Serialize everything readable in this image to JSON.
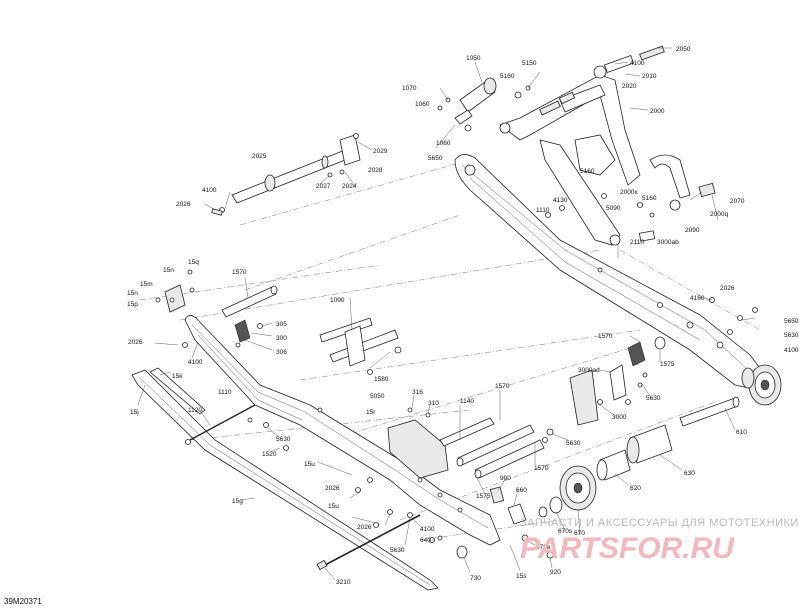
{
  "diagram_code": "39M20371",
  "watermark": {
    "line1": "ЗАПЧАСТИ И АКСЕССУАРЫ ДЛЯ МОТОТЕХНИКИ",
    "brand": "PARTSFOR.RU"
  },
  "labels": [
    "2050",
    "4100",
    "2010",
    "2020",
    "2000",
    "1050",
    "5150",
    "1070",
    "5160",
    "1060",
    "1060",
    "5650",
    "2029",
    "2028",
    "2024",
    "2027",
    "2025",
    "4100",
    "2026",
    "1110",
    "4130",
    "5160",
    "2000x",
    "5090",
    "5160",
    "2070",
    "2000q",
    "2090",
    "2110",
    "3000ab",
    "15q",
    "15n",
    "15m",
    "15n",
    "15p",
    "1570",
    "2026",
    "4100",
    "305",
    "300",
    "306",
    "1090",
    "1580",
    "5050",
    "4160",
    "2026",
    "5650",
    "5630",
    "4100",
    "1570",
    "1575",
    "5630",
    "3000ad",
    "3000",
    "5630",
    "15k",
    "15j",
    "1110",
    "1120",
    "5630",
    "1520",
    "316",
    "310",
    "15r",
    "1140",
    "1570",
    "1570",
    "1575",
    "15u",
    "2026",
    "15u",
    "900",
    "660",
    "2026",
    "5630",
    "4100",
    "640",
    "15s",
    "730",
    "670",
    "670s",
    "670e",
    "920",
    "610",
    "620",
    "630",
    "15g",
    "3210"
  ]
}
